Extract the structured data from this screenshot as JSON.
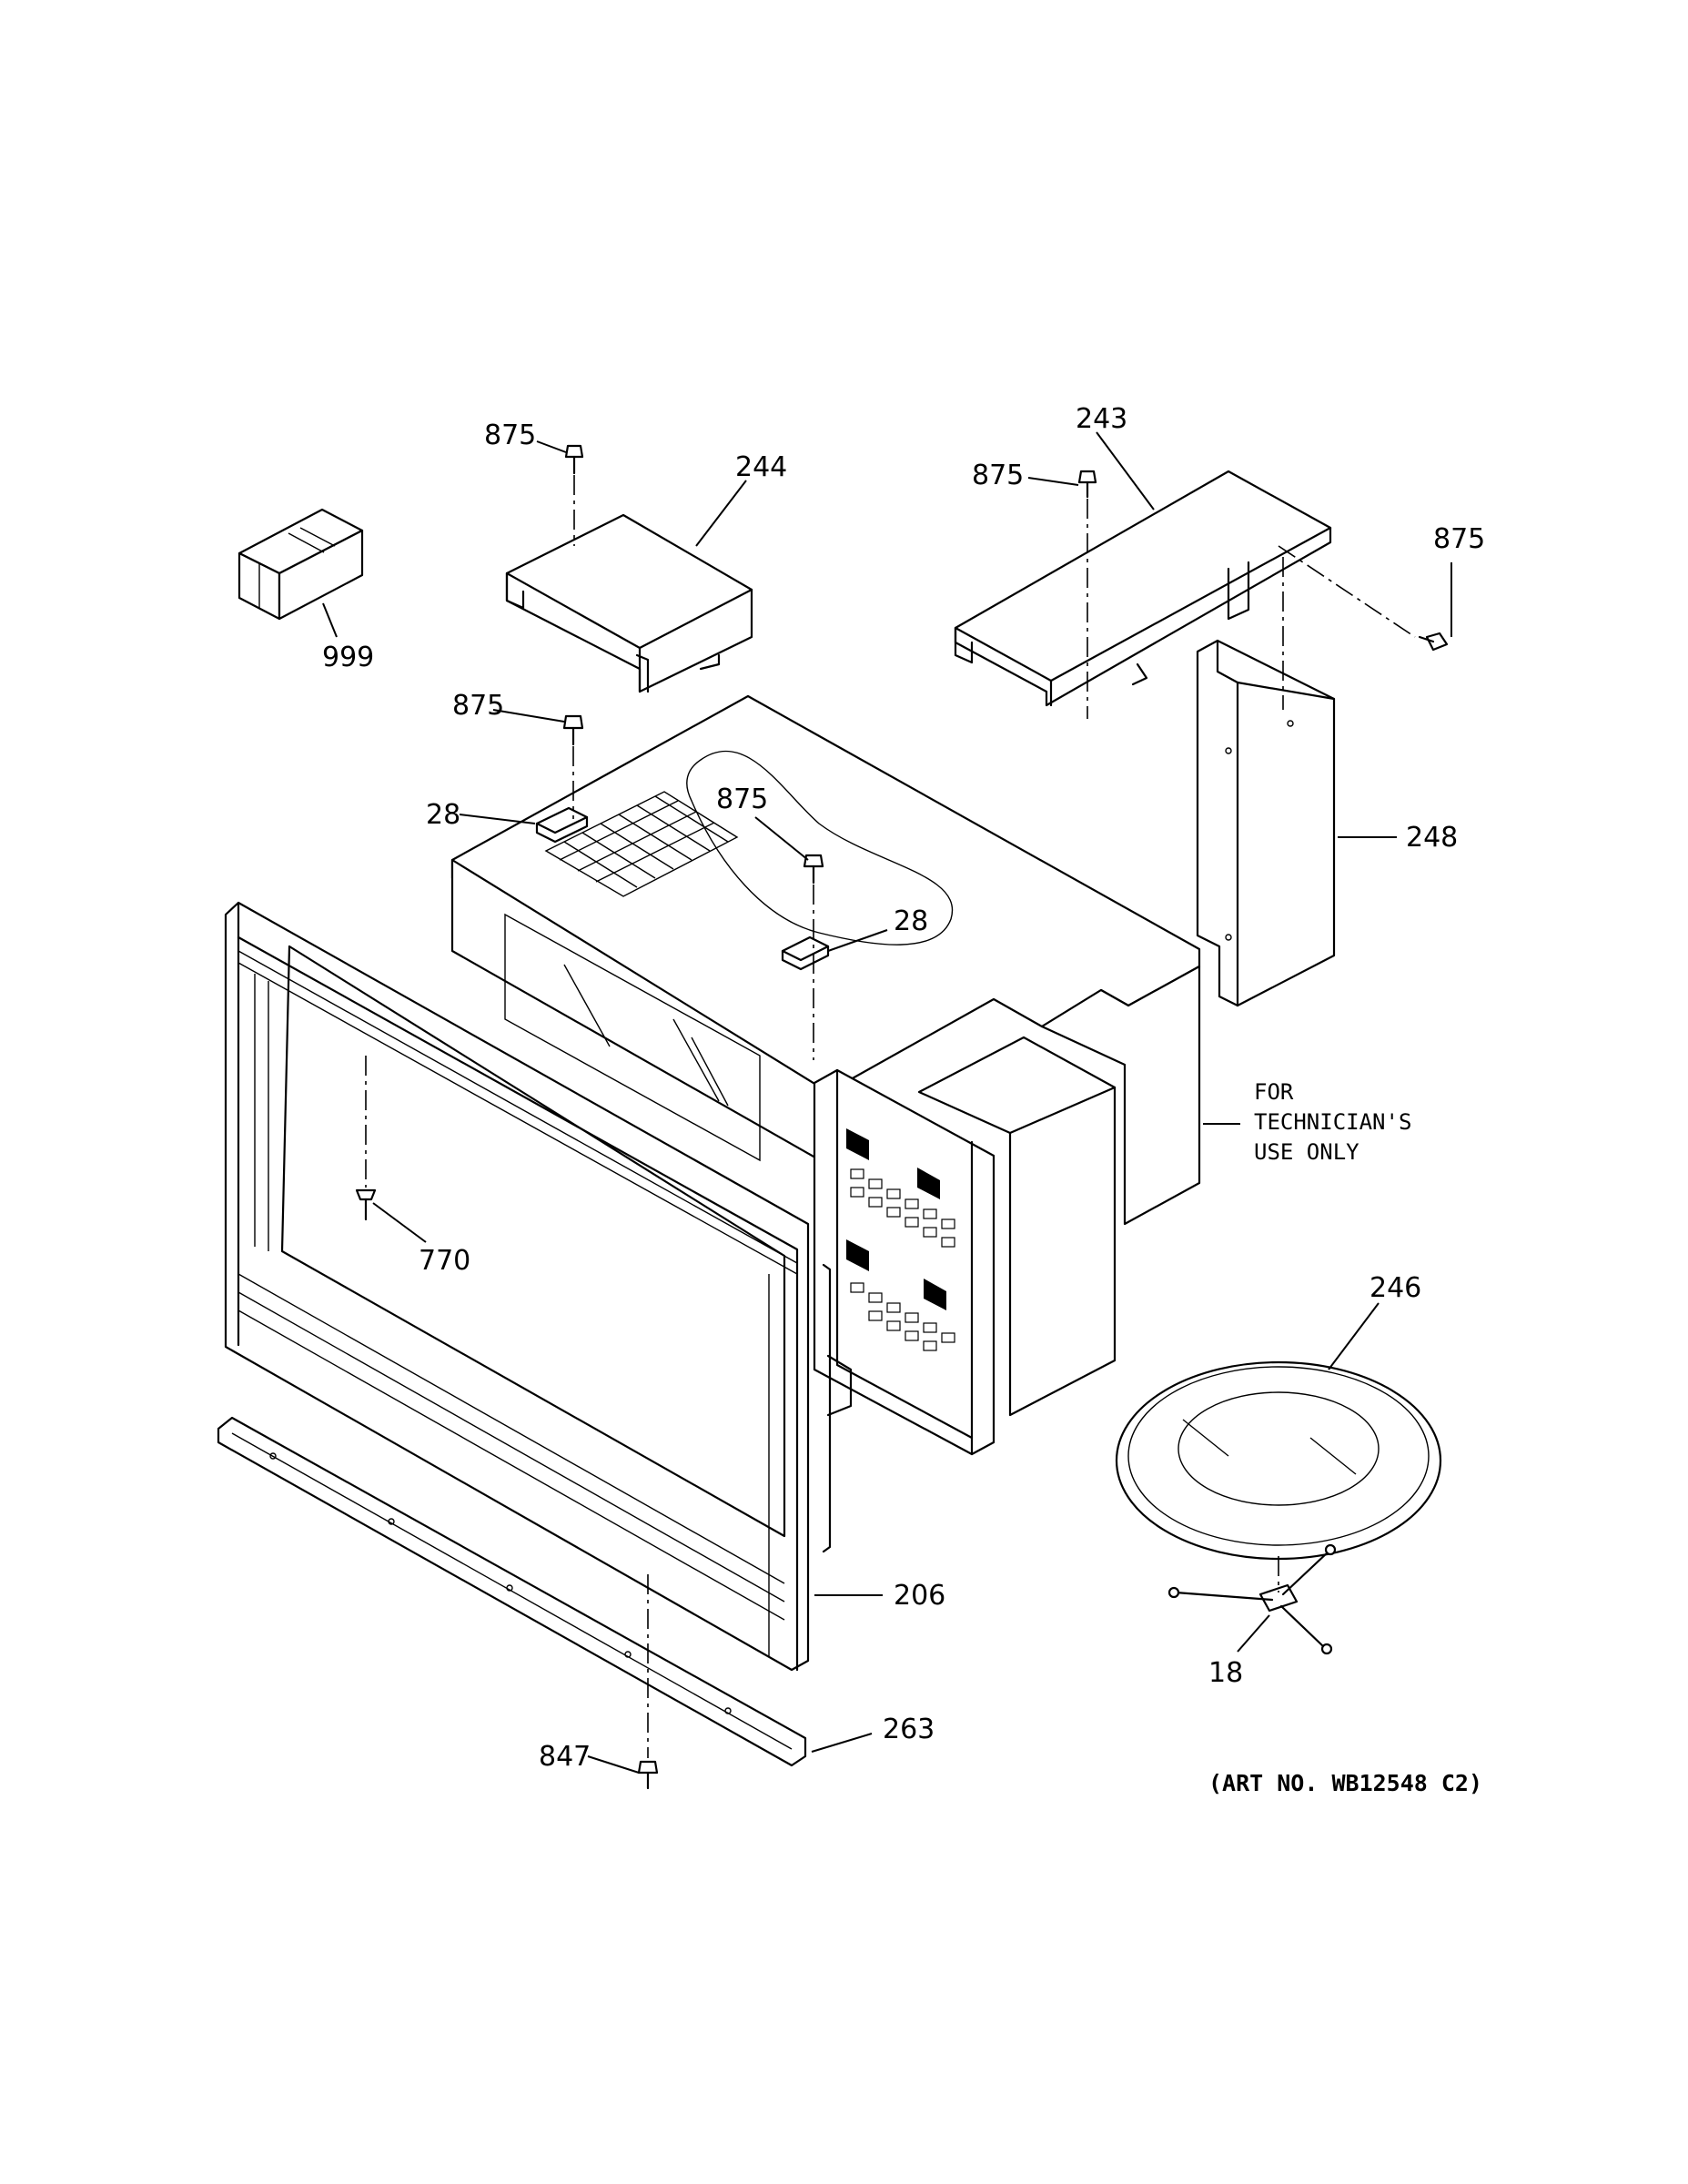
{
  "diagram": {
    "callouts": [
      {
        "id": "c875a",
        "text": "875"
      },
      {
        "id": "c244",
        "text": "244"
      },
      {
        "id": "c243",
        "text": "243"
      },
      {
        "id": "c875b",
        "text": "875"
      },
      {
        "id": "c875c",
        "text": "875"
      },
      {
        "id": "c999",
        "text": "999"
      },
      {
        "id": "c875d",
        "text": "875"
      },
      {
        "id": "c875e",
        "text": "875"
      },
      {
        "id": "c28a",
        "text": "28"
      },
      {
        "id": "c28b",
        "text": "28"
      },
      {
        "id": "c248",
        "text": "248"
      },
      {
        "id": "c770",
        "text": "770"
      },
      {
        "id": "c246",
        "text": "246"
      },
      {
        "id": "c206",
        "text": "206"
      },
      {
        "id": "c18",
        "text": "18"
      },
      {
        "id": "c263",
        "text": "263"
      },
      {
        "id": "c847",
        "text": "847"
      }
    ],
    "note_lines": [
      "FOR",
      "TECHNICIAN'S",
      "USE ONLY"
    ],
    "art_number": "(ART NO. WB12548 C2)"
  }
}
